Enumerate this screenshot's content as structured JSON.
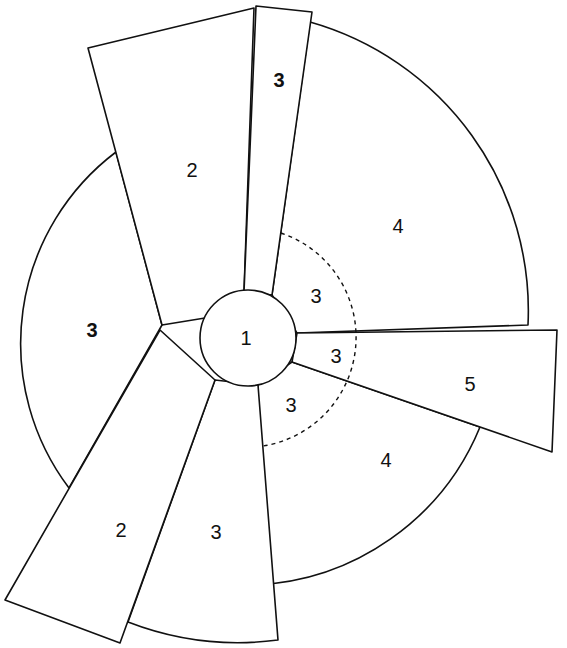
{
  "diagram": {
    "nodes": [
      {
        "text": [
          "3"
        ]
      },
      {
        "text": [
          "2"
        ]
      },
      {
        "text": [
          "4"
        ]
      },
      {
        "text": [
          "3"
        ]
      },
      {
        "text": [
          "3"
        ]
      },
      {
        "text": [
          "1"
        ]
      },
      {
        "text": [
          "3"
        ]
      },
      {
        "text": [
          "5"
        ]
      },
      {
        "text": [
          "3"
        ]
      },
      {
        "text": [
          "4"
        ]
      },
      {
        "text": [
          "2"
        ]
      },
      {
        "text": [
          "3"
        ]
      }
    ]
  }
}
